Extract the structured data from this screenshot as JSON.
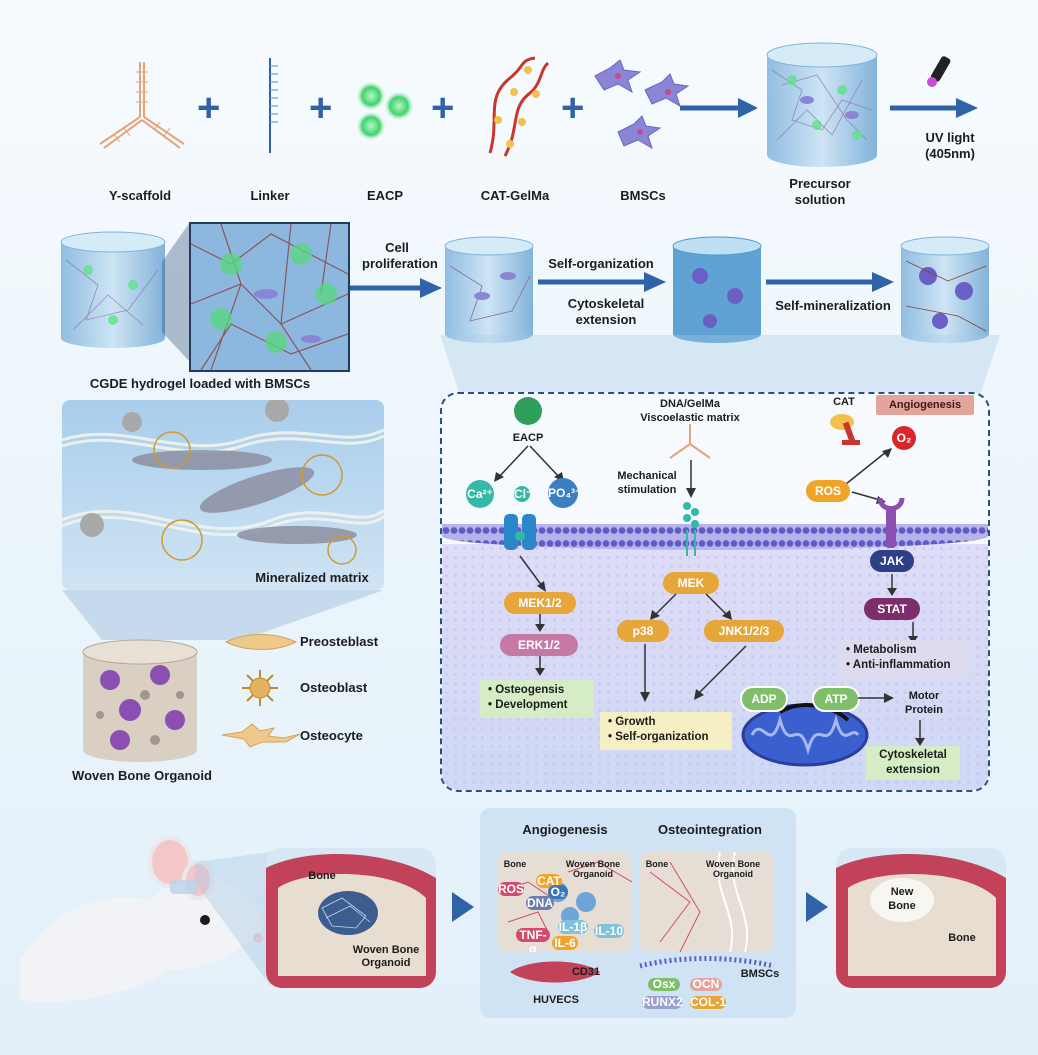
{
  "row1": {
    "y_scaffold": "Y-scaffold",
    "linker": "Linker",
    "eacp": "EACP",
    "cat_gelma": "CAT-GelMa",
    "bmscs": "BMSCs",
    "precursor": "Precursor solution",
    "uv_light": "UV light",
    "uv_wavelength": "(405nm)"
  },
  "row2": {
    "hydrogel": "CGDE hydrogel loaded with BMSCs",
    "cell_proliferation": "Cell proliferation",
    "self_organization": "Self-organization",
    "cytoskeletal_extension": "Cytoskeletal extension",
    "self_mineralization": "Self-mineralization"
  },
  "left_panel": {
    "mineralized_matrix": "Mineralized matrix",
    "preosteoblast": "Preosteblast",
    "osteoblast": "Osteoblast",
    "osteocyte": "Osteocyte",
    "woven_bone_organoid": "Woven Bone Organoid"
  },
  "mechanism": {
    "eacp": "EACP",
    "ca": "Ca²⁺",
    "cl": "Cl⁻",
    "po4": "PO₄³⁻",
    "dna_gelma": "DNA/GelMa",
    "viscoelastic": "Viscoelastic matrix",
    "mechanical": "Mechanical",
    "stimulation": "stimulation",
    "cat": "CAT",
    "angiogenesis": "Angiogenesis",
    "o2": "O₂",
    "ros": "ROS",
    "jak": "JAK",
    "stat": "STAT",
    "mek12": "MEK1/2",
    "erk12": "ERK1/2",
    "mek": "MEK",
    "p38": "p38",
    "jnk": "JNK1/2/3",
    "osteogensis": "Osteogensis",
    "development": "Development",
    "growth": "Growth",
    "self_organization": "Self-organization",
    "metabolism": "Metabolism",
    "anti_inflammation": "Anti-inflammation",
    "adp": "ADP",
    "atp": "ATP",
    "motor": "Motor",
    "protein": "Protein",
    "cytoskeletal": "Cytoskeletal",
    "extension": "extension"
  },
  "bottom": {
    "bone1": "Bone",
    "wbo1": "Woven Bone",
    "wbo2": "Organoid",
    "angiogenesis_title": "Angiogenesis",
    "osteointegration_title": "Osteointegration",
    "bone2": "Bone",
    "wbo_a1": "Woven Bone",
    "wbo_a2": "Organoid",
    "bone3": "Bone",
    "wbo_b1": "Woven Bone",
    "wbo_b2": "Organoid",
    "ros_tag": "ROS",
    "cat_tag": "CAT",
    "dna_tag": "DNA",
    "o2_tag": "O₂",
    "il1b": "IL-1β",
    "il10": "IL-10",
    "tnfa": "TNF-α",
    "il6": "IL-6",
    "cd31": "CD31",
    "huvecs": "HUVECS",
    "bmscs": "BMSCs",
    "osx": "Osx",
    "ocn": "OCN",
    "runx2": "RUNX2",
    "col1": "COL-1",
    "new_bone1": "New",
    "new_bone2": "Bone",
    "bone4": "Bone"
  },
  "colors": {
    "arrow": "#2f62a7",
    "mek": "#e6a63a",
    "erk": "#c779a6",
    "jak": "#2f3f86",
    "stat": "#7b2e6a",
    "green_box": "#d6ecc4",
    "yellow_box": "#f7efc4",
    "ros": "#f0a52a",
    "o2": "#d9262c",
    "angio_tag": "#e8a7a0"
  }
}
